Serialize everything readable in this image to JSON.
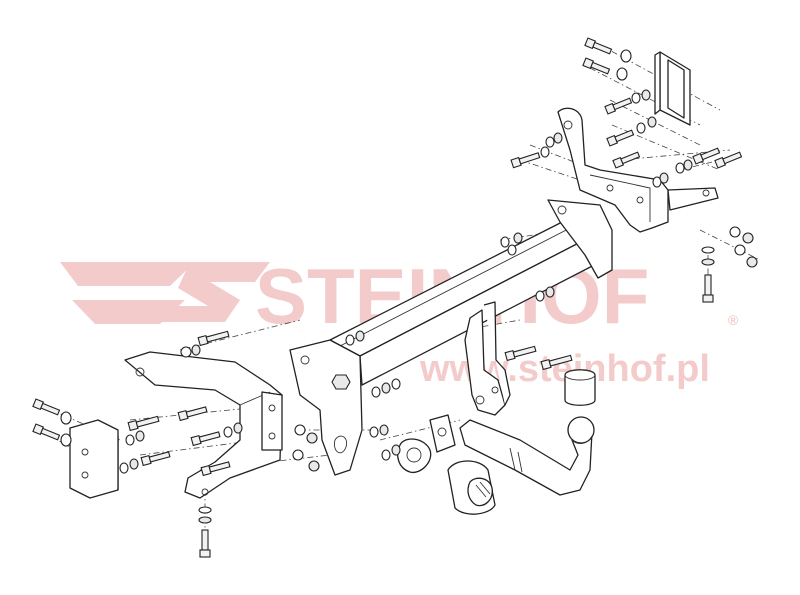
{
  "watermark": {
    "brand": "STEINHOF",
    "registered_mark": "®",
    "url": "www.steinhof.pl",
    "color": "#f3c9c8"
  },
  "diagram": {
    "type": "exploded assembly drawing",
    "line_color": "#222222",
    "background": "#ffffff"
  }
}
